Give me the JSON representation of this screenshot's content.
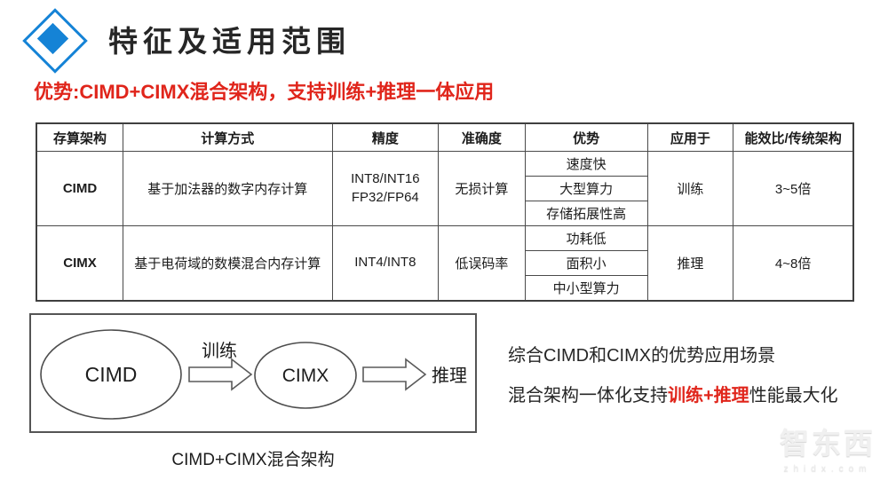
{
  "header": {
    "title": "特征及适用范围"
  },
  "subtitle": {
    "text": "优势:CIMD+CIMX混合架构，支持训练+推理一体应用"
  },
  "table": {
    "headers": [
      "存算架构",
      "计算方式",
      "精度",
      "准确度",
      "优势",
      "应用于",
      "能效比/传统架构"
    ],
    "rows": [
      {
        "arch": "CIMD",
        "method": "基于加法器的数字内存计算",
        "precision_lines": [
          "INT8/INT16",
          "FP32/FP64"
        ],
        "accuracy": "无损计算",
        "advantages": [
          "速度快",
          "大型算力",
          "存储拓展性高"
        ],
        "applied_to": "训练",
        "efficiency": "3~5倍"
      },
      {
        "arch": "CIMX",
        "method": "基于电荷域的数模混合内存计算",
        "precision_lines": [
          "INT4/INT8"
        ],
        "accuracy": "低误码率",
        "advantages": [
          "功耗低",
          "面积小",
          "中小型算力"
        ],
        "applied_to": "推理",
        "efficiency": "4~8倍"
      }
    ]
  },
  "diagram": {
    "node1": "CIMD",
    "arrow1_label": "训练",
    "node2": "CIMX",
    "end_label": "推理",
    "caption": "CIMD+CIMX混合架构"
  },
  "notes": {
    "line1": "综合CIMD和CIMX的优势应用场景",
    "line2_prefix": "混合架构一体化支持",
    "line2_highlight": "训练+推理",
    "line2_suffix": "性能最大化"
  },
  "watermark": {
    "brand": "智东西",
    "domain": "zhidx.com"
  },
  "colors": {
    "accent_blue": "#1583d6",
    "accent_red": "#e0251b",
    "table_border": "#4a4a4a"
  }
}
